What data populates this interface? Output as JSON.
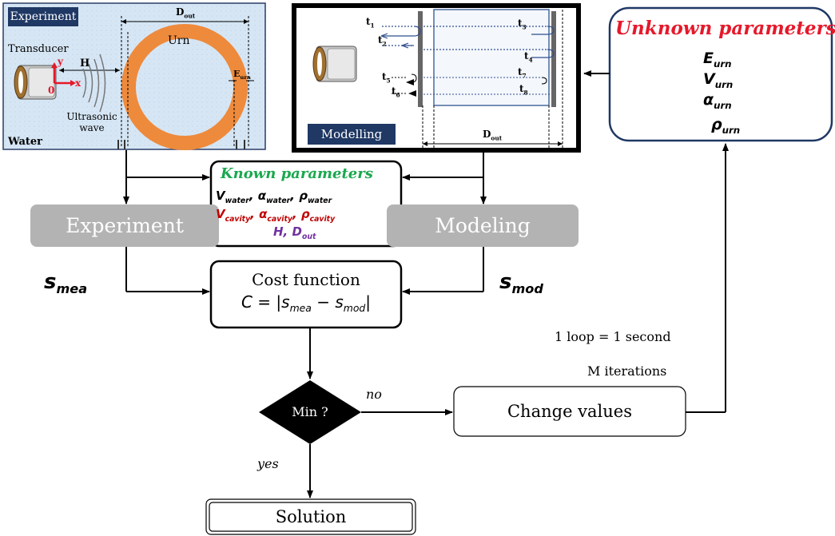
{
  "experiment_panel": {
    "badge": "Experiment",
    "d_out": "D",
    "d_out_sub": "out",
    "urn": "Urn",
    "transducer": "Transducer",
    "h": "H",
    "y": "y",
    "x": "x",
    "o": "0",
    "e_urn": "E",
    "e_urn_sub": "urn",
    "ultrasonic_1": "Ultrasonic",
    "ultrasonic_2": "wave",
    "water": "Water"
  },
  "modelling_panel": {
    "badge": "Modelling",
    "t1": "t",
    "t1_sub": "1",
    "t2": "t",
    "t2_sub": "2",
    "t3": "t",
    "t3_sub": "3",
    "t4": "t",
    "t4_sub": "4",
    "t5": "t",
    "t5_sub": "5",
    "t6": "t",
    "t6_sub": "6",
    "t7": "t",
    "t7_sub": "7",
    "t8": "t",
    "t8_sub": "8",
    "d_out": "D",
    "d_out_sub": "out"
  },
  "unknown": {
    "title": "Unknown parameters",
    "p1": "E",
    "p1_sub": "urn",
    "p2": "V",
    "p2_sub": "urn",
    "p3": "α",
    "p3_sub": "urn",
    "p4": "ρ",
    "p4_sub": "urn"
  },
  "known": {
    "title": "Known parameters",
    "v_water": "V",
    "v_water_sub": "water",
    "a_water": "α",
    "a_water_sub": "water",
    "r_water": "ρ",
    "r_water_sub": "water",
    "v_cavity": "V",
    "v_cavity_sub": "cavity",
    "a_cavity": "α",
    "a_cavity_sub": "cavity",
    "r_cavity": "ρ",
    "r_cavity_sub": "cavity",
    "h": "H,",
    "d_out": "D",
    "d_out_sub": "out",
    "comma": ","
  },
  "experiment_box": "Experiment",
  "modeling_box": "Modeling",
  "s_mea": "s",
  "s_mea_sub": "mea",
  "s_mod": "s",
  "s_mod_sub": "mod",
  "cost": {
    "title": "Cost function",
    "c": "C = |s",
    "sub1": "mea",
    "minus": " − s",
    "sub2": "mod",
    "end": "|"
  },
  "loop": "1 loop = 1 second",
  "iterations": "M iterations",
  "decision": "Min ?",
  "no": "no",
  "yes": "yes",
  "change": "Change values",
  "solution": "Solution",
  "colors": {
    "accent_red": "#e5192b",
    "accent_green": "#1aa84e",
    "dark_red": "#c00000",
    "purple": "#7030a0",
    "navy": "#1f3864",
    "urn_orange": "#ee8a3c",
    "gray": "#b3b3b3"
  }
}
